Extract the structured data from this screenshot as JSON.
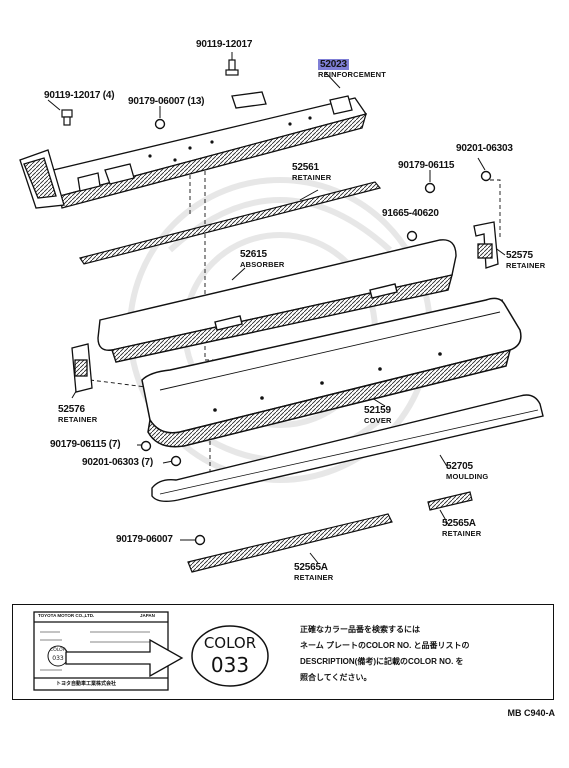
{
  "parts": {
    "p1": {
      "num": "90119-12017"
    },
    "p2": {
      "num": "52023",
      "name": "REINFORCEMENT"
    },
    "p3": {
      "num": "90119-12017 (4)"
    },
    "p4": {
      "num": "90179-06007 (13)"
    },
    "p5": {
      "num": "90201-06303"
    },
    "p6": {
      "num": "52561",
      "name": "RETAINER"
    },
    "p7": {
      "num": "90179-06115"
    },
    "p8": {
      "num": "91665-40620"
    },
    "p9": {
      "num": "52615",
      "name": "ABSORBER"
    },
    "p10": {
      "num": "52575",
      "name": "RETAINER"
    },
    "p11": {
      "num": "52576",
      "name": "RETAINER"
    },
    "p12": {
      "num": "52159",
      "name": "COVER"
    },
    "p13": {
      "num": "90179-06115 (7)"
    },
    "p14": {
      "num": "90201-06303 (7)"
    },
    "p15": {
      "num": "52705",
      "name": "MOULDING"
    },
    "p16": {
      "num": "52565A",
      "name": "RETAINER"
    },
    "p17": {
      "num": "90179-06007"
    },
    "p18": {
      "num": "52565A",
      "name": "RETAINER"
    }
  },
  "legend": {
    "plate_maker": "TOYOTA MOTOR CO.,LTD.",
    "plate_country": "JAPAN",
    "plate_color_label": "COLOR",
    "plate_color_code": "033",
    "plate_footer": "トヨタ自動車工業株式会社",
    "color_label": "COLOR",
    "color_code": "033",
    "jp_line1": "正確なカラー品番を検索するには",
    "jp_line2": "ネーム プレートのCOLOR NO. と品番リストの",
    "jp_line3": "DESCRIPTION(備考)に記載のCOLOR NO. を",
    "jp_line4": "照合してください。"
  },
  "ref_code": "MB C940-A"
}
